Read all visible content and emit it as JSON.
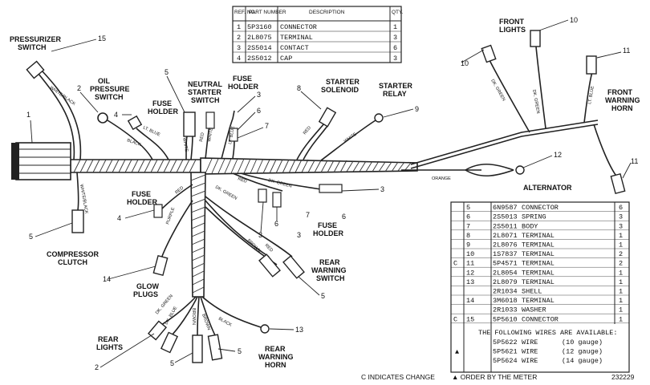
{
  "parts_table_top": {
    "headers": [
      "REF. NO.",
      "PART NUMBER",
      "DESCRIPTION",
      "QTY."
    ],
    "rows": [
      {
        "ref": "1",
        "part": "5P3160",
        "desc": "CONNECTOR",
        "qty": "1"
      },
      {
        "ref": "2",
        "part": "2L8075",
        "desc": "TERMINAL",
        "qty": "3"
      },
      {
        "ref": "3",
        "part": "2S5014",
        "desc": "CONTACT",
        "qty": "6"
      },
      {
        "ref": "4",
        "part": "2S5012",
        "desc": "CAP",
        "qty": "3"
      }
    ]
  },
  "parts_table_bottom": {
    "rows": [
      {
        "mark": "",
        "ref": "5",
        "part": "6N9587",
        "desc": "CONNECTOR",
        "qty": "6"
      },
      {
        "mark": "",
        "ref": "6",
        "part": "2S5013",
        "desc": "SPRING",
        "qty": "3"
      },
      {
        "mark": "",
        "ref": "7",
        "part": "2S5011",
        "desc": "BODY",
        "qty": "3"
      },
      {
        "mark": "",
        "ref": "8",
        "part": "2L8071",
        "desc": "TERMINAL",
        "qty": "1"
      },
      {
        "mark": "",
        "ref": "9",
        "part": "2L8076",
        "desc": "TERMINAL",
        "qty": "1"
      },
      {
        "mark": "",
        "ref": "10",
        "part": "1S7837",
        "desc": "TERMINAL",
        "qty": "2"
      },
      {
        "mark": "C",
        "ref": "11",
        "part": "5P4571",
        "desc": "TERMINAL",
        "qty": "2"
      },
      {
        "mark": "",
        "ref": "12",
        "part": "2L8054",
        "desc": "TERMINAL",
        "qty": "1"
      },
      {
        "mark": "",
        "ref": "13",
        "part": "2L8079",
        "desc": "TERMINAL",
        "qty": "1"
      },
      {
        "mark": "",
        "ref": "",
        "part": "2R1034",
        "desc": "SHELL",
        "qty": "1"
      },
      {
        "mark": "",
        "ref": "14",
        "part": "3M6018",
        "desc": "TERMINAL",
        "qty": "1"
      },
      {
        "mark": "",
        "ref": "",
        "part": "2R1033",
        "desc": "WASHER",
        "qty": "1"
      },
      {
        "mark": "C",
        "ref": "15",
        "part": "5P5610",
        "desc": "CONNECTOR",
        "qty": "1"
      }
    ],
    "wires_heading": "THE FOLLOWING WIRES ARE AVAILABLE:",
    "wires": [
      {
        "part": "5P5622",
        "desc": "WIRE",
        "gauge": "(10 gauge)"
      },
      {
        "part": "5P5621",
        "desc": "WIRE",
        "gauge": "(12 gauge)"
      },
      {
        "part": "5P5624",
        "desc": "WIRE",
        "gauge": "(14 gauge)"
      }
    ]
  },
  "labels": {
    "pressurizer_switch": [
      "PRESSURIZER",
      "SWITCH"
    ],
    "oil_pressure_switch": [
      "OIL",
      "PRESSURE",
      "SWITCH"
    ],
    "fuse_holder_top_left": [
      "FUSE",
      "HOLDER"
    ],
    "neutral_starter_switch": [
      "NEUTRAL",
      "STARTER",
      "SWITCH"
    ],
    "fuse_holder_top_mid": [
      "FUSE",
      "HOLDER"
    ],
    "starter_solenoid": [
      "STARTER",
      "SOLENOID"
    ],
    "starter_relay": [
      "STARTER",
      "RELAY"
    ],
    "front_lights": [
      "FRONT",
      "LIGHTS"
    ],
    "front_warning_horn": [
      "FRONT",
      "WARNING",
      "HORN"
    ],
    "alternator": "ALTERNATOR",
    "compressor_clutch": [
      "COMPRESSOR",
      "CLUTCH"
    ],
    "fuse_holder_left": [
      "FUSE",
      "HOLDER"
    ],
    "fuse_holder_mid": [
      "FUSE",
      "HOLDER"
    ],
    "glow_plugs": [
      "GLOW",
      "PLUGS"
    ],
    "rear_warning_switch": [
      "REAR",
      "WARNING",
      "SWITCH"
    ],
    "rear_lights": [
      "REAR",
      "LIGHTS"
    ],
    "rear_warning_horn": [
      "REAR",
      "WARNING",
      "HORN"
    ]
  },
  "wire_colors": {
    "white_black_top": "WHITE/BLACK",
    "white_black_bottom": "WHITE/BLACK",
    "black": "BLACK",
    "lt_blue_a": "LT. BLUE",
    "white_a": "WHITE",
    "white_b": "WHITE",
    "red_a": "RED",
    "lt_blue_b": "LT. BLUE",
    "red_b": "RED",
    "white_c": "WHITE",
    "dk_green_a": "DK. GREEN",
    "dk_green_b": "DK. GREEN",
    "lt_blue_c": "LT. BLUE",
    "orange": "ORANGE",
    "red_c": "RED",
    "purple": "PURPLE",
    "dk_green_c": "DK. GREEN",
    "red_d": "RED",
    "dk_green_d": "DK. GREEN",
    "brown_a": "BROWN",
    "red_e": "RED",
    "brown_b": "BROWN",
    "dk_blue": "DK. BLUE",
    "dk_green_e": "DK. GREEN",
    "black_b": "BLACK",
    "brown_c": "BROWN"
  },
  "callouts": [
    "15",
    "2",
    "1",
    "5",
    "4",
    "3",
    "6",
    "7",
    "8",
    "9",
    "10",
    "11",
    "12",
    "5",
    "4",
    "3",
    "14",
    "2",
    "5",
    "13",
    "5",
    "3",
    "6",
    "7",
    "6",
    "3"
  ],
  "footer": {
    "change_note": "C INDICATES CHANGE",
    "meter_note": "▲ ORDER BY THE METER",
    "drawing_no": "232229"
  }
}
